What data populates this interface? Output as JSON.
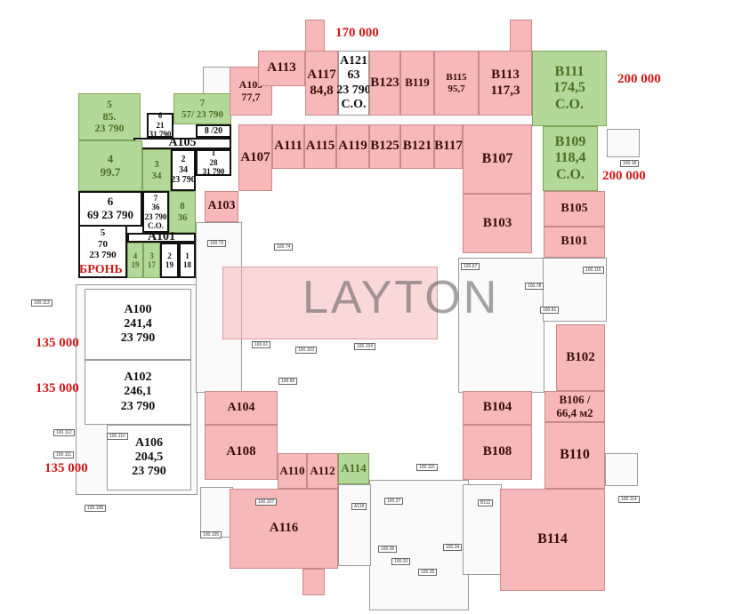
{
  "rooms": [
    {
      "id": "l5",
      "lines": [
        "5",
        "85.",
        "23 790"
      ],
      "style": "green"
    },
    {
      "id": "l7top",
      "lines": [
        "7",
        "57/ 23 790"
      ],
      "style": "green"
    },
    {
      "id": "l6top",
      "lines": [
        "6",
        "21",
        "31 790"
      ],
      "style": "white"
    },
    {
      "id": "l8top",
      "lines": [
        "8 /20"
      ],
      "style": "white"
    },
    {
      "id": "A105",
      "lines": [
        "A105"
      ],
      "style": "bar"
    },
    {
      "id": "l4",
      "lines": [
        "4",
        "99.7"
      ],
      "style": "green"
    },
    {
      "id": "l3",
      "lines": [
        "3",
        "34"
      ],
      "style": "green"
    },
    {
      "id": "l2",
      "lines": [
        "2",
        "34",
        "23 790"
      ],
      "style": "white"
    },
    {
      "id": "l1",
      "lines": [
        "1",
        "28",
        "31 790"
      ],
      "style": "white"
    },
    {
      "id": "l6",
      "lines": [
        "6",
        "69 23 790"
      ],
      "style": "white"
    },
    {
      "id": "l7",
      "lines": [
        "7",
        "36",
        "23 790",
        "C.O."
      ],
      "style": "white"
    },
    {
      "id": "l8",
      "lines": [
        "8",
        "36"
      ],
      "style": "green"
    },
    {
      "id": "l5b",
      "lines": [
        "5",
        "70",
        "23 790"
      ],
      "style": "white"
    },
    {
      "id": "A101",
      "lines": [
        "A101"
      ],
      "style": "bar"
    },
    {
      "id": "s4",
      "lines": [
        "4",
        "19"
      ],
      "style": "green"
    },
    {
      "id": "s3",
      "lines": [
        "3",
        "17"
      ],
      "style": "green"
    },
    {
      "id": "s2",
      "lines": [
        "2",
        "19"
      ],
      "style": "white"
    },
    {
      "id": "s1",
      "lines": [
        "1",
        "18"
      ],
      "style": "white"
    },
    {
      "id": "A109",
      "lines": [
        "A109",
        "77,7"
      ],
      "style": "pink"
    },
    {
      "id": "A113",
      "lines": [
        "A113"
      ],
      "style": "pink"
    },
    {
      "id": "A117",
      "lines": [
        "A117",
        "84,8"
      ],
      "style": "pink"
    },
    {
      "id": "A121",
      "lines": [
        "A121",
        "63",
        "23 790",
        "C.O."
      ],
      "style": "outline"
    },
    {
      "id": "B123",
      "lines": [
        "B123"
      ],
      "style": "pink"
    },
    {
      "id": "B119",
      "lines": [
        "B119"
      ],
      "style": "pink"
    },
    {
      "id": "B115",
      "lines": [
        "B115",
        "95,7"
      ],
      "style": "pink"
    },
    {
      "id": "B113",
      "lines": [
        "B113",
        "117,3"
      ],
      "style": "pink"
    },
    {
      "id": "B111",
      "lines": [
        "B111",
        "174,5",
        "C.O."
      ],
      "style": "green"
    },
    {
      "id": "B109",
      "lines": [
        "B109",
        "118,4",
        "C.O."
      ],
      "style": "green"
    },
    {
      "id": "A107",
      "lines": [
        "A107"
      ],
      "style": "pink"
    },
    {
      "id": "A111",
      "lines": [
        "A111"
      ],
      "style": "pink"
    },
    {
      "id": "A115",
      "lines": [
        "A115"
      ],
      "style": "pink"
    },
    {
      "id": "A119",
      "lines": [
        "A119"
      ],
      "style": "pink"
    },
    {
      "id": "B125",
      "lines": [
        "B125"
      ],
      "style": "pink"
    },
    {
      "id": "B121",
      "lines": [
        "B121"
      ],
      "style": "pink"
    },
    {
      "id": "B117",
      "lines": [
        "B117"
      ],
      "style": "pink"
    },
    {
      "id": "B107",
      "lines": [
        "B107"
      ],
      "style": "pink"
    },
    {
      "id": "A103",
      "lines": [
        "A103"
      ],
      "style": "pink"
    },
    {
      "id": "B103",
      "lines": [
        "B103"
      ],
      "style": "pink"
    },
    {
      "id": "B105",
      "lines": [
        "B105"
      ],
      "style": "pink"
    },
    {
      "id": "B101",
      "lines": [
        "B101"
      ],
      "style": "pink"
    },
    {
      "id": "A100",
      "lines": [
        "A100",
        "241,4",
        "23 790"
      ],
      "style": "outline"
    },
    {
      "id": "A102",
      "lines": [
        "A102",
        "246,1",
        "23 790"
      ],
      "style": "outline"
    },
    {
      "id": "A106",
      "lines": [
        "A106",
        "204,5",
        "23 790"
      ],
      "style": "outline"
    },
    {
      "id": "A104",
      "lines": [
        "A104"
      ],
      "style": "pink"
    },
    {
      "id": "A108",
      "lines": [
        "A108"
      ],
      "style": "pink"
    },
    {
      "id": "A110",
      "lines": [
        "A110"
      ],
      "style": "pink"
    },
    {
      "id": "A112",
      "lines": [
        "A112"
      ],
      "style": "pink"
    },
    {
      "id": "A114",
      "lines": [
        "A114"
      ],
      "style": "green"
    },
    {
      "id": "A116",
      "lines": [
        "A116"
      ],
      "style": "pink"
    },
    {
      "id": "B104",
      "lines": [
        "B104"
      ],
      "style": "pink"
    },
    {
      "id": "B108",
      "lines": [
        "B108"
      ],
      "style": "pink"
    },
    {
      "id": "B102",
      "lines": [
        "B102"
      ],
      "style": "pink"
    },
    {
      "id": "B106",
      "lines": [
        "B106 /",
        "66,4 м2"
      ],
      "style": "pink"
    },
    {
      "id": "B110",
      "lines": [
        "B110"
      ],
      "style": "pink"
    },
    {
      "id": "B114",
      "lines": [
        "B114"
      ],
      "style": "pink"
    }
  ],
  "prices": [
    "170 000",
    "200 000",
    "200 000",
    "135 000",
    "135 000",
    "135 000"
  ],
  "reserved_label": "БРОНЬ",
  "watermark": "LAYTON",
  "tags": [
    "100.113",
    "100.112",
    "100.111",
    "100.110",
    "100.108",
    "100.107",
    "100.105",
    "100.73",
    "100.74",
    "100.104",
    "100.103",
    "100.60",
    "100.61",
    "100.67",
    "100.78",
    "100.81",
    "100.116",
    "100.18",
    "100.114",
    "100.115",
    "100.37",
    "100.36",
    "100.33",
    "100.34",
    "100.35",
    "B112",
    "A118"
  ],
  "colors": {
    "rented": "#f6b8b8",
    "available": "#b3d89a",
    "price": "#d11a1a"
  }
}
